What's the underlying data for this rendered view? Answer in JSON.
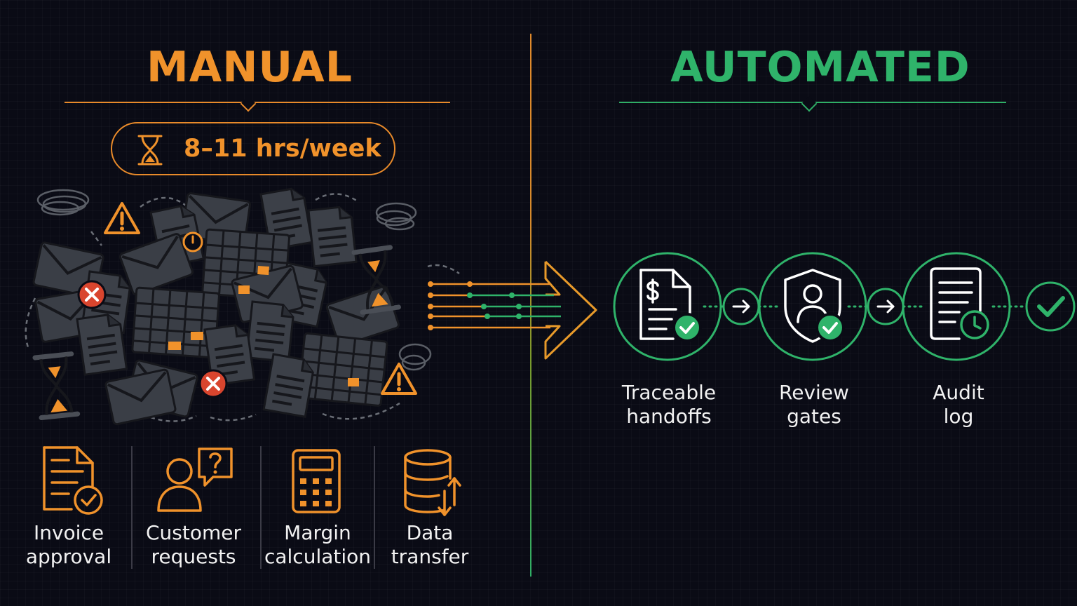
{
  "manual": {
    "heading": "MANUAL",
    "time_badge": "8–11 hrs/week",
    "tasks": [
      {
        "line1": "Invoice",
        "line2": "approval",
        "icon": "invoice-check-icon"
      },
      {
        "line1": "Customer",
        "line2": "requests",
        "icon": "customer-question-icon"
      },
      {
        "line1": "Margin",
        "line2": "calculation",
        "icon": "calculator-icon"
      },
      {
        "line1": "Data",
        "line2": "transfer",
        "icon": "database-transfer-icon"
      }
    ]
  },
  "automated": {
    "heading": "AUTOMATED",
    "steps": [
      {
        "line1": "Traceable",
        "line2": "handoffs",
        "icon": "invoice-document-check-icon"
      },
      {
        "line1": "Review",
        "line2": "gates",
        "icon": "shield-user-check-icon"
      },
      {
        "line1": "Audit",
        "line2": "log",
        "icon": "log-clock-icon"
      }
    ]
  },
  "colors": {
    "background": "#0a0b15",
    "manual_accent": "#f0922b",
    "automated_accent": "#2fb36a",
    "error_red": "#d9452e",
    "paper_gray": "#3c4048"
  }
}
